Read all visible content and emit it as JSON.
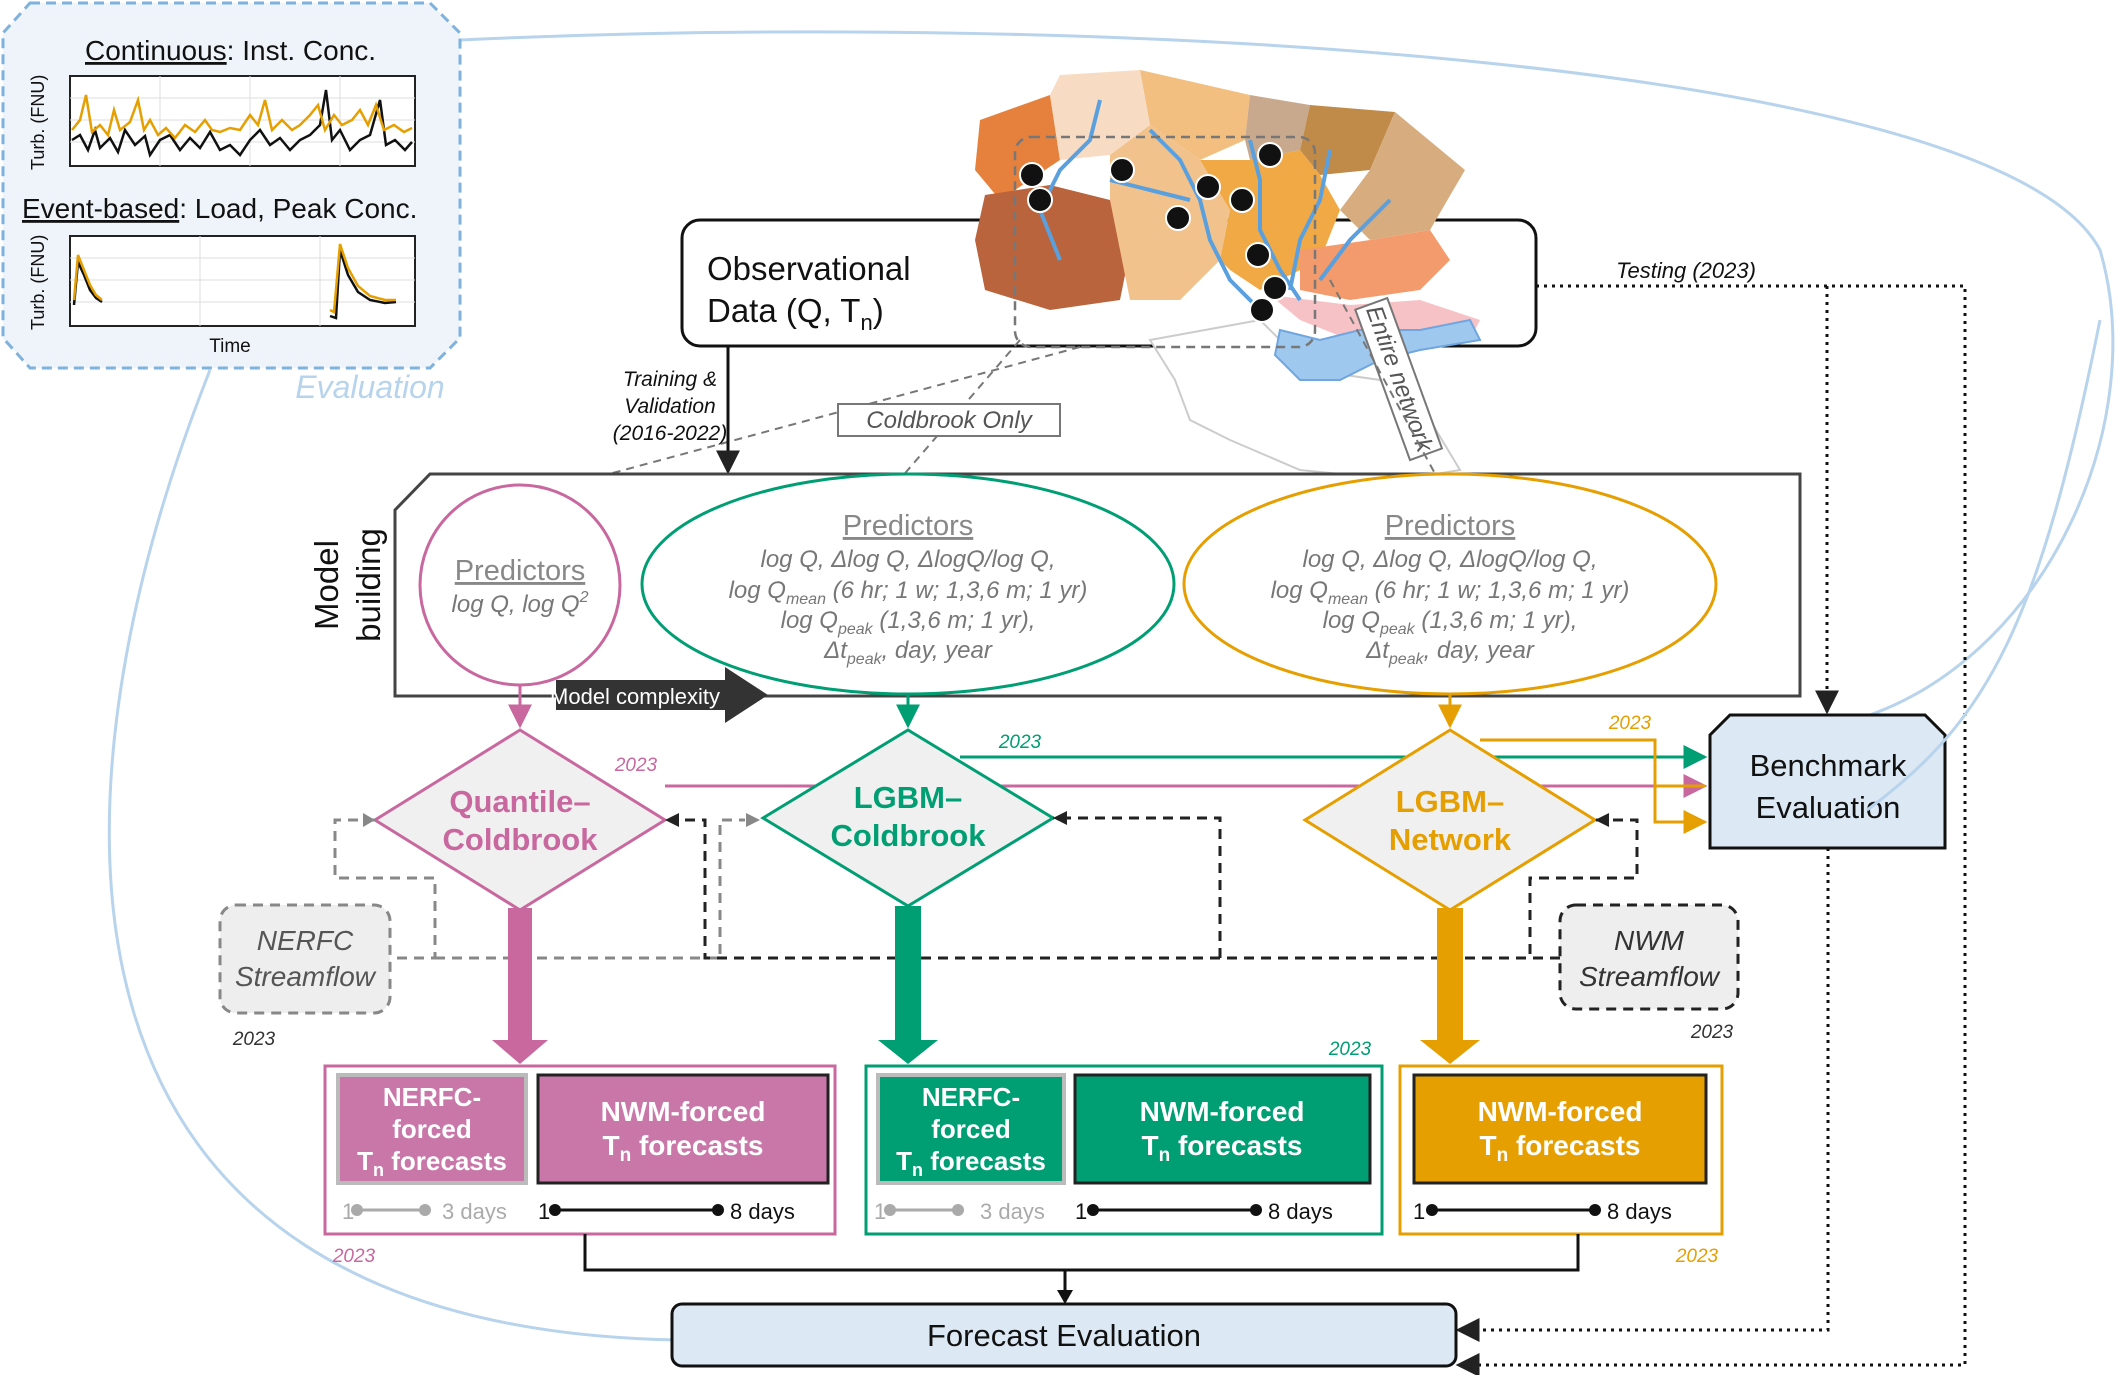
{
  "inset": {
    "continuous_label": "Continuous",
    "continuous_rest": ": Inst. Conc.",
    "event_label": "Event-based",
    "event_rest": ": Load, Peak Conc.",
    "y_axis_label": "Turb. (FNU)",
    "x_axis_label": "Time",
    "caption": "Evaluation"
  },
  "observational": {
    "line1": "Observational",
    "line2": "Data (Q, T",
    "sub": "n",
    "close": ")"
  },
  "map": {
    "coldbrook_tag": "Coldbrook Only",
    "network_tag": "Entire network"
  },
  "labels": {
    "training_1": "Training &",
    "training_2": "Validation",
    "training_3": "(2016-2022)",
    "testing": "Testing (2023)",
    "model_building_1": "Model",
    "model_building_2": "building",
    "complexity": "Model complexity"
  },
  "predictors": {
    "quantile": {
      "title": "Predictors",
      "line1": "log Q, log Q",
      "sup": "2"
    },
    "lgbm": {
      "title": "Predictors",
      "line1": "log Q, Δlog Q, ΔlogQ/log Q,",
      "line2a": "log Q",
      "line2sub": "mean",
      "line2b": " (6 hr; 1 w; 1,3,6 m; 1 yr)",
      "line3a": "log Q",
      "line3sub": "peak",
      "line3b": " (1,3,6 m; 1 yr),",
      "line4a": "Δt",
      "line4sub": "peak",
      "line4b": ", day, year"
    }
  },
  "models": {
    "quantile_1": "Quantile–",
    "quantile_2": "Coldbrook",
    "lgbm_cb_1": "LGBM–",
    "lgbm_cb_2": "Coldbrook",
    "lgbm_net_1": "LGBM–",
    "lgbm_net_2": "Network"
  },
  "benchmark": {
    "line1": "Benchmark",
    "line2": "Evaluation"
  },
  "streamflow": {
    "nerfc_1": "NERFC",
    "nerfc_2": "Streamflow",
    "nwm_1": "NWM",
    "nwm_2": "Streamflow"
  },
  "forecasts": {
    "nerfc_1": "NERFC-",
    "nerfc_2": "forced",
    "nerfc_3": "T",
    "nerfc_3sub": "n",
    "nerfc_3b": " forecasts",
    "nwm_1": "NWM-forced",
    "nwm_2": "T",
    "nwm_2sub": "n",
    "nwm_2b": " forecasts",
    "range_start": "1",
    "range_short": "3 days",
    "range_long": "8 days"
  },
  "forecast_eval": "Forecast Evaluation",
  "years": {
    "y2023": "2023"
  },
  "colors": {
    "pink": "#C8689F",
    "green": "#009E73",
    "orange": "#E69F00",
    "lightblue": "#B8D3EC",
    "evalbox": "#DCE8F4"
  }
}
